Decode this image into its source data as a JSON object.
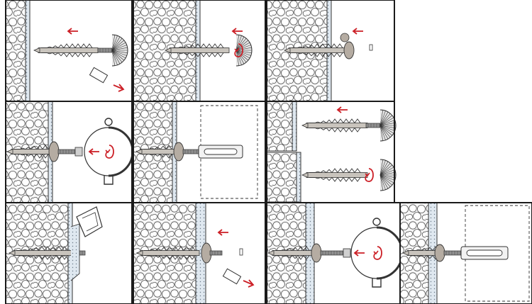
{
  "figure": {
    "background": "#ffffff",
    "frame_color": "#1a1a1a",
    "arrow_color": "#cc1f26",
    "masonry_fill": "#f7f7f7",
    "masonry_stroke": "#555555",
    "plaster_fill": "#dfe8f0",
    "screw_fill": "#c9c4bd",
    "washer_fill": "#b5aca2"
  },
  "panels": [
    {
      "id": "row1-a",
      "scene": "screw-pull-out",
      "arrows": [
        "push-left",
        "push-right"
      ]
    },
    {
      "id": "row1-b",
      "scene": "screw-rotate",
      "arrows": [
        "push-left",
        "rotate"
      ]
    },
    {
      "id": "row1-c",
      "scene": "washer-pull",
      "arrows": [
        "push-left"
      ]
    },
    {
      "id": "row2-a",
      "scene": "pipe-clamp-rotate",
      "arrows": [
        "push-left",
        "rotate"
      ]
    },
    {
      "id": "row2-b",
      "scene": "rod-connector",
      "arrows": []
    },
    {
      "id": "row2-c",
      "scene": "double-screw",
      "arrows": [
        "push-left",
        "rotate"
      ]
    },
    {
      "id": "row3-a",
      "scene": "tool-insert",
      "arrows": []
    },
    {
      "id": "row3-b",
      "scene": "plaster-pull",
      "arrows": [
        "push-left",
        "push-right"
      ]
    },
    {
      "id": "row3-c",
      "scene": "plaster-clamp-rotate",
      "arrows": [
        "push-left",
        "rotate"
      ]
    },
    {
      "id": "row3-d",
      "scene": "plaster-rod-connector",
      "arrows": []
    }
  ]
}
